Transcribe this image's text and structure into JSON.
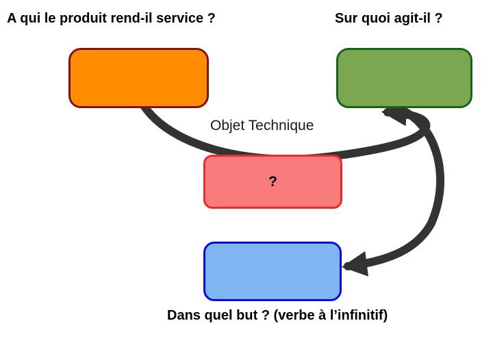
{
  "diagram": {
    "questions": {
      "top_left": "A qui le produit rend-il service ?",
      "top_right": "Sur quoi agit-il ?",
      "bottom": "Dans quel but ? (verbe à l’infinitif)"
    },
    "center": {
      "label": "Objet Technique",
      "box_text": "?"
    },
    "colors": {
      "service_box_fill": "#ff8c00",
      "service_box_border": "#7f1212",
      "matter_box_fill": "#7aa750",
      "matter_box_border": "#1a611a",
      "object_box_fill": "#f97c7c",
      "object_box_border": "#ef2929",
      "goal_box_fill": "#7fb5f1",
      "goal_box_border": "#0a0ae6",
      "arrow": "#333333",
      "text": "#000000"
    }
  }
}
